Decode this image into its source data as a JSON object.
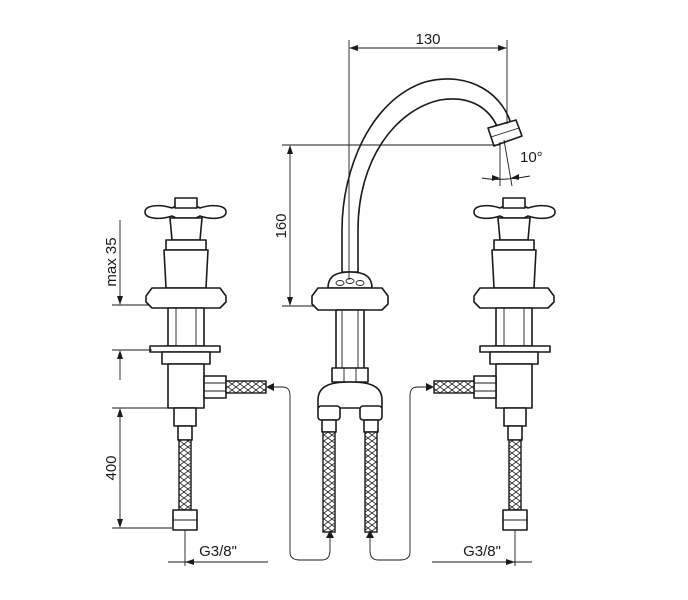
{
  "dimensions": {
    "spout_reach": "130",
    "spout_height": "160",
    "spout_angle": "10°",
    "handle_max": "max 35",
    "hose_length": "400",
    "thread_left": "G3/8\"",
    "thread_right": "G3/8\""
  },
  "colors": {
    "line": "#1a1a1a",
    "background": "#ffffff"
  }
}
